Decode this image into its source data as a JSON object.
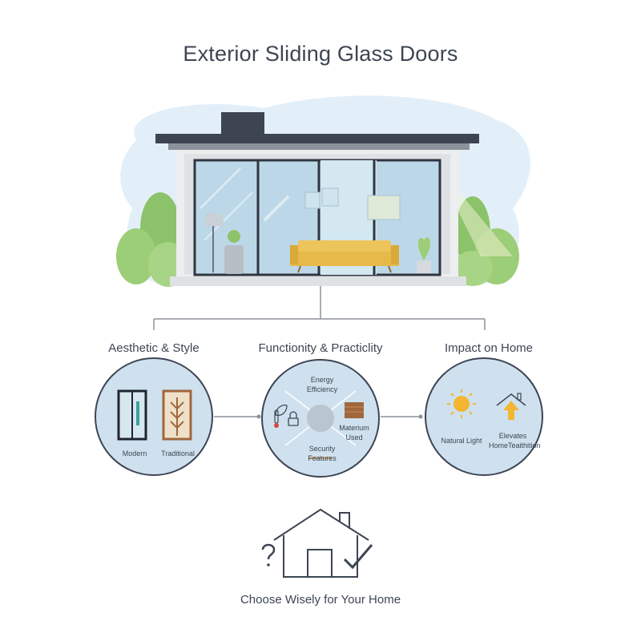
{
  "title": "Exterior Sliding Glass Doors",
  "sections": [
    {
      "label": "Aesthetic & Style",
      "items": [
        "Modern",
        "Traditional"
      ]
    },
    {
      "label": "Functionity & Practiclity",
      "items": [
        "Energy Efficiency",
        "Materium Used",
        "Security Features"
      ]
    },
    {
      "label": "Impact on Home",
      "items": [
        "Natural Light",
        "Elevates HomeTeaithition"
      ]
    }
  ],
  "footer": "Choose Wisely for Your Home",
  "colors": {
    "outline": "#3d4553",
    "circle_fill": "#cfe1ee",
    "sky": "#e3eff8",
    "glass": "#bcd8e8",
    "sofa": "#e6b94a",
    "foliage": "#8cc36a",
    "sun": "#f2b630",
    "arrow": "#f2b630",
    "wood": "#a0673c"
  },
  "icons": [
    "house-illustration",
    "modern-door-icon",
    "traditional-door-icon",
    "leaf-icon",
    "thermometer-icon",
    "lock-icon",
    "wood-sample-icon",
    "sun-icon",
    "house-arrow-icon",
    "question-mark-icon",
    "checkmark-icon",
    "house-outline-icon"
  ]
}
